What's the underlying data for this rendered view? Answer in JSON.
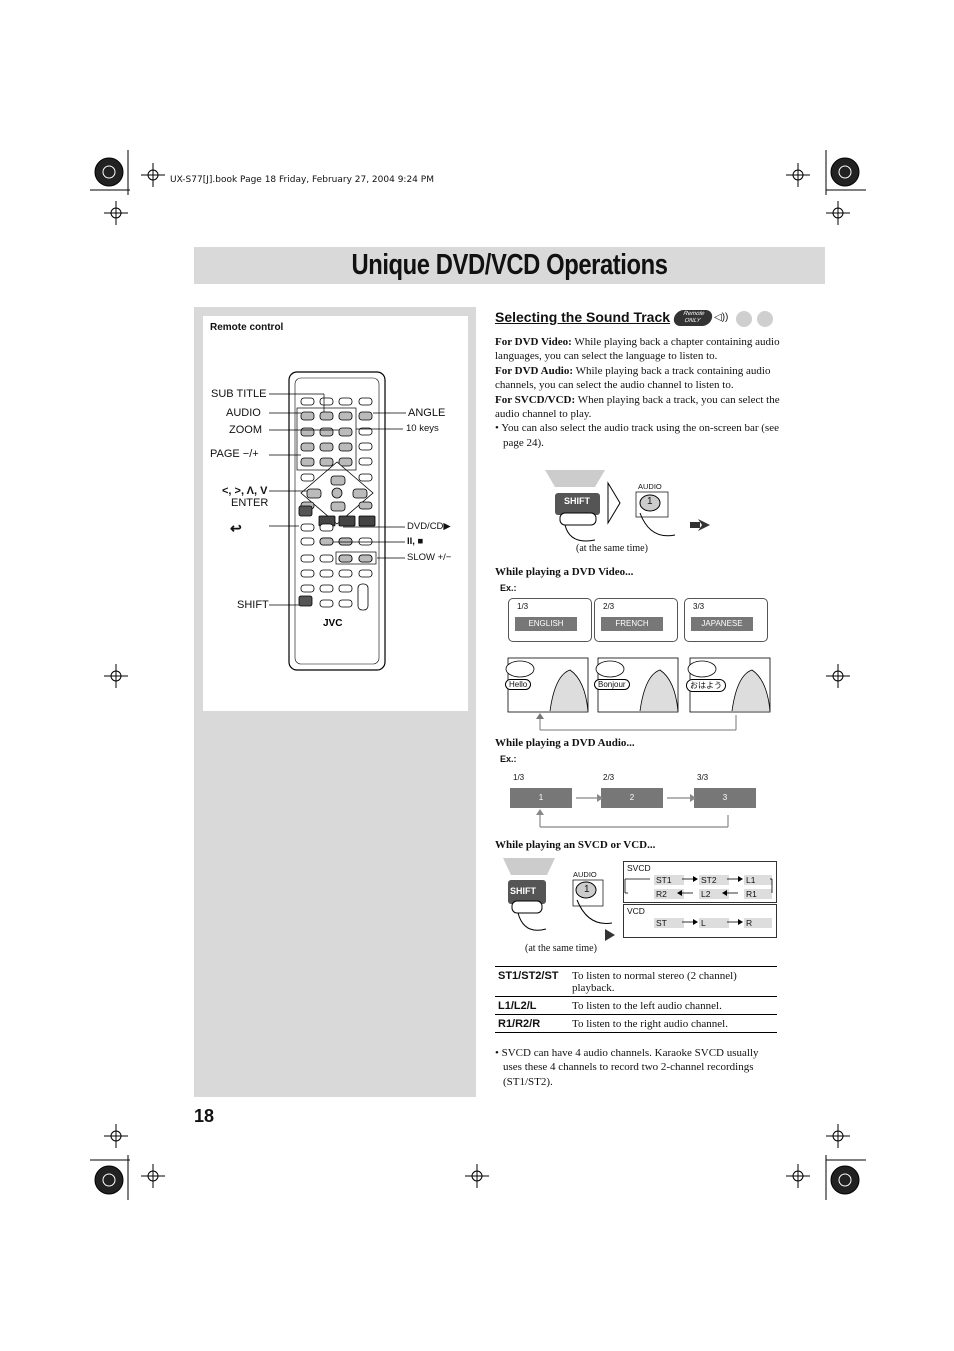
{
  "header": {
    "file_line": "UX-S77[J].book  Page 18  Friday, February 27, 2004  9:24 PM"
  },
  "page": {
    "title": "Unique DVD/VCD Operations",
    "number": "18"
  },
  "remote": {
    "label": "Remote control",
    "brand": "JVC",
    "labels": {
      "sub_title": "SUB TITLE",
      "audio": "AUDIO",
      "zoom": "ZOOM",
      "page": "PAGE −/+",
      "arrows": "<, >, Λ, V",
      "enter": "ENTER",
      "shift": "SHIFT",
      "angle": "ANGLE",
      "ten_keys": "10 keys",
      "dvd_cd": "DVD/CD▶",
      "pause_stop": "II, ■",
      "slow": "SLOW +/−"
    }
  },
  "section": {
    "title": "Selecting the Sound Track",
    "remote_only_badge": "Remote ONLY",
    "paragraphs": [
      {
        "lead": "For DVD Video:",
        "text": " While playing back a chapter containing audio languages, you can select the language to listen to."
      },
      {
        "lead": "For DVD Audio:",
        "text": " While playing back a track containing audio channels, you can select the audio channel to listen to."
      },
      {
        "lead": "For SVCD/VCD:",
        "text": " When playing back a track, you can select the audio channel to play."
      }
    ],
    "bullet1": "You can also select the audio track using the on-screen bar (see page 24).",
    "shift_label": "SHIFT",
    "audio_label": "AUDIO",
    "key_one": "1",
    "same_time": "(at the same time)"
  },
  "dvd_video": {
    "heading": "While playing a DVD Video...",
    "ex": "Ex.:",
    "osd": [
      {
        "count": "1/3",
        "label": "ENGLISH"
      },
      {
        "count": "2/3",
        "label": "FRENCH"
      },
      {
        "count": "3/3",
        "label": "JAPANESE"
      }
    ],
    "speech": [
      "Hello",
      "Bonjour",
      "おはよう"
    ]
  },
  "dvd_audio": {
    "heading": "While playing a DVD Audio...",
    "ex": "Ex.:",
    "osd": [
      {
        "count": "1/3",
        "label": "1"
      },
      {
        "count": "2/3",
        "label": "2"
      },
      {
        "count": "3/3",
        "label": "3"
      }
    ]
  },
  "svcd": {
    "heading": "While playing an SVCD or VCD...",
    "svcd_label": "SVCD",
    "vcd_label": "VCD",
    "svcd_row1": [
      "ST1",
      "ST2",
      "L1"
    ],
    "svcd_row2": [
      "R2",
      "L2",
      "R1"
    ],
    "vcd_row": [
      "ST",
      "L",
      "R"
    ],
    "same_time": "(at the same time)"
  },
  "legend": [
    {
      "key": "ST1/ST2/ST",
      "desc": "To listen to normal stereo (2 channel) playback."
    },
    {
      "key": "L1/L2/L",
      "desc": "To listen to the left audio channel."
    },
    {
      "key": "R1/R2/R",
      "desc": "To listen to the right audio channel."
    }
  ],
  "bullet2": "SVCD can have 4 audio channels. Karaoke SVCD usually uses these 4 channels to record two 2-channel recordings (ST1/ST2).",
  "colors": {
    "band": "#d9d9d9",
    "osd_bar": "#777777"
  }
}
